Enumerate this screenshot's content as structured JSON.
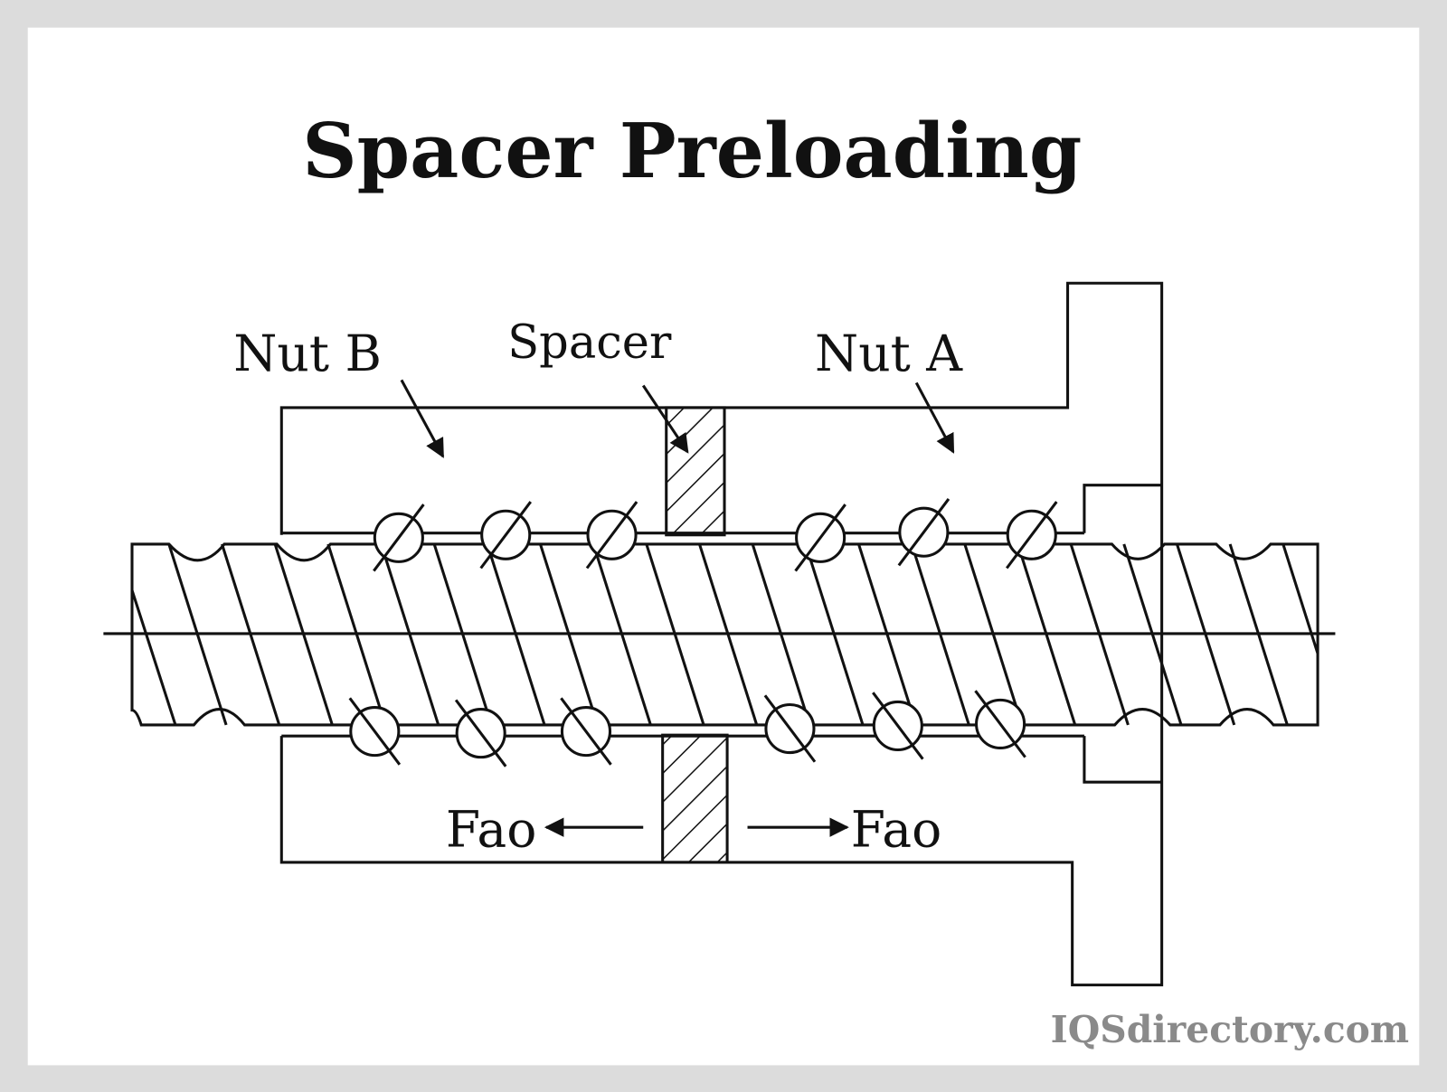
{
  "title": "Spacer Preloading",
  "labels": {
    "nut_b": "Nut B",
    "spacer": "Spacer",
    "nut_a": "Nut A",
    "force_left": "Fao",
    "force_right": "Fao"
  },
  "watermark": "IQSdirectory.com",
  "colors": {
    "background": "#dcdcdc",
    "panel": "#ffffff",
    "line": "#111111",
    "watermark": "#8a8a8a"
  }
}
